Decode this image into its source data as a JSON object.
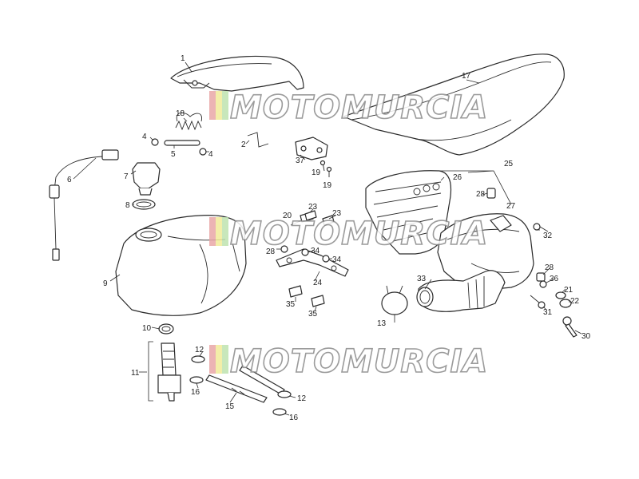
{
  "diagram": {
    "type": "exploded-parts-diagram",
    "callouts": [
      "1",
      "2",
      "4",
      "5",
      "4",
      "6",
      "7",
      "8",
      "9",
      "10",
      "11",
      "12",
      "16",
      "12",
      "16",
      "15",
      "13",
      "17",
      "18",
      "19",
      "19",
      "20",
      "23",
      "23",
      "24",
      "26",
      "25",
      "27",
      "28",
      "28",
      "30",
      "31",
      "32",
      "33",
      "34",
      "34",
      "35",
      "35",
      "36",
      "21",
      "22",
      "37"
    ]
  },
  "watermark": {
    "text": "MOTOMURCIA",
    "colors": {
      "red": "#e9a8a8",
      "yellow": "#f2ec9a",
      "green": "#bfe3b0",
      "outline": "#8a8a8a"
    }
  }
}
